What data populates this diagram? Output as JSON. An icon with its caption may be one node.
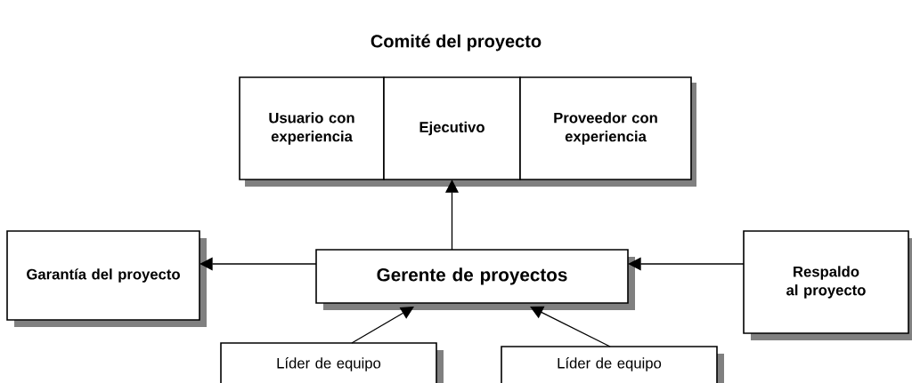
{
  "diagram": {
    "title": "Comité del proyecto",
    "nodes": [
      {
        "text": [
          "Usuario con experiencia"
        ]
      },
      {
        "text": [
          "Ejecutivo"
        ]
      },
      {
        "text": [
          "Proveedor con experiencia"
        ]
      },
      {
        "text": [
          "Garantía del proyecto"
        ]
      },
      {
        "text": [
          "Gerente de proyectos"
        ]
      },
      {
        "text": [
          "Respaldo al proyecto"
        ]
      },
      {
        "text": [
          "Líder de equipo"
        ]
      },
      {
        "text": [
          "Líder de equipo"
        ]
      }
    ],
    "edges": [
      {
        "from": 4,
        "to": 1,
        "arrow": "to"
      },
      {
        "from": 4,
        "to": 3,
        "arrow": "to"
      },
      {
        "from": 5,
        "to": 4,
        "arrow": "to"
      },
      {
        "from": 6,
        "to": 4,
        "arrow": "to"
      },
      {
        "from": 7,
        "to": 4,
        "arrow": "to"
      }
    ]
  }
}
